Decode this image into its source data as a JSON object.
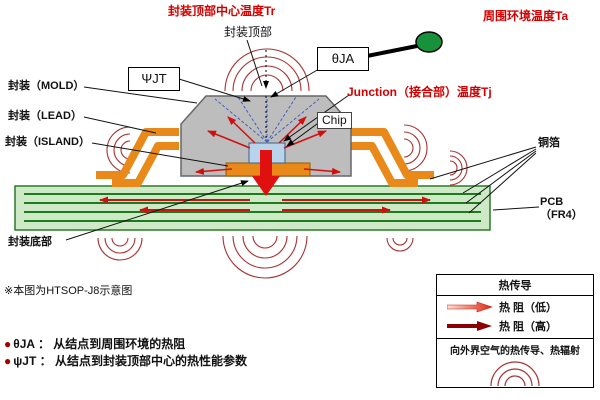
{
  "diagram": {
    "top_center_temp": "封装顶部中心温度Tr",
    "package_top": "封装顶部",
    "ambient_temp": "周围环境温度Ta",
    "psi_jt_box": "ΨJT",
    "theta_ja_box": "θJA",
    "junction_temp": "Junction（接合部）温度Tj",
    "chip": "Chip",
    "mold": "封装（MOLD）",
    "lead": "封装（LEAD）",
    "island": "封装（ISLAND）",
    "copper_foil": "铜箔",
    "pcb": "PCB\n（FR4）",
    "package_bottom": "封装底部"
  },
  "footnotes": {
    "note": "※本图为HTSOP-J8示意图",
    "bullet": "●",
    "theta_line": "θJA ： 从结点到周围环境的热阻",
    "psi_line": "ψJT ： 从结点到封装顶部中心的热性能参数"
  },
  "legend": {
    "title": "热传导",
    "low": "热 阻（低）",
    "high": "热 阻（高）",
    "radiation": "向外界空气的热传导、热辐射"
  },
  "colors": {
    "label_red": "#d40000",
    "pcb_green": "#cde9c5",
    "trace_green": "#1e7a1e",
    "copper_orange": "#e8891a",
    "package_gray": "#bdbdbd",
    "chip_blue": "#b9d4ea",
    "heat_red": "#d01010",
    "ambient_node_green": "#18923a"
  }
}
